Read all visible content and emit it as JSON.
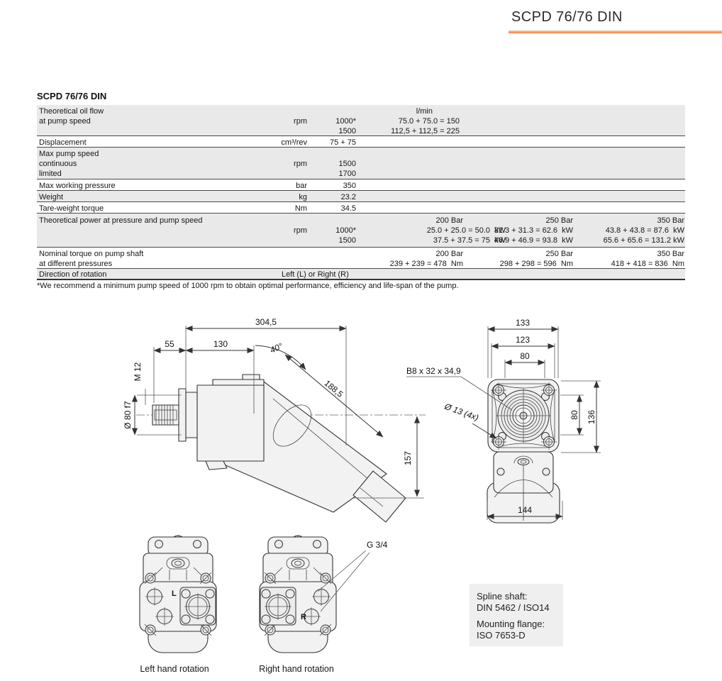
{
  "header": {
    "title": "SCPD 76/76 DIN"
  },
  "accent_color": "#f8823d",
  "spec_table": {
    "title": "SCPD 76/76 DIN",
    "oil_flow": {
      "label_line1": "Theoretical oil flow",
      "label_line2": "at pump speed",
      "unit": "rpm",
      "flow_unit_header": "l/min",
      "speed_1": "1000*",
      "speed_2": "1500",
      "flow_at_1000": "75.0 + 75.0 = 150",
      "flow_at_1500": "112,5 + 112,5 = 225"
    },
    "displacement": {
      "label": "Displacement",
      "unit": "cm³/rev",
      "value": "75 + 75"
    },
    "max_pump_speed": {
      "label": "Max pump speed",
      "label_continuous": "continuous",
      "label_limited": "limited",
      "unit": "rpm",
      "value_continuous": "1500",
      "value_limited": "1700"
    },
    "max_working_pressure": {
      "label": "Max working pressure",
      "unit": "bar",
      "value": "350"
    },
    "weight": {
      "label": "Weight",
      "unit": "kg",
      "value": "23.2"
    },
    "tare_weight_torque": {
      "label": "Tare-weight torque",
      "unit": "Nm",
      "value": "34.5"
    },
    "power": {
      "label": "Theoretical power at pressure and pump speed",
      "unit": "rpm",
      "speed_1": "1000*",
      "speed_2": "1500",
      "pressure_1": "200 Bar",
      "pressure_2": "250 Bar",
      "pressure_3": "350 Bar",
      "p200_at_1000": "25.0 + 25.0 = 50.0  kW",
      "p200_at_1500": "37.5 + 37.5 = 75  kW",
      "p250_at_1000": "31.3 + 31.3 = 62.6  kW",
      "p250_at_1500": "46.9 + 46.9 = 93.8  kW",
      "p350_at_1000": "43.8 + 43.8 = 87.6  kW",
      "p350_at_1500": "65.6 + 65.6 = 131.2 kW"
    },
    "torque": {
      "label_line1": "Nominal torque on pump shaft",
      "label_line2": "at different pressures",
      "pressure_1": "200 Bar",
      "pressure_2": "250 Bar",
      "pressure_3": "350 Bar",
      "t200": "239 + 239 = 478  Nm",
      "t250": "298 + 298 = 596  Nm",
      "t350": "418 + 418 = 836  Nm"
    },
    "direction": {
      "label": "Direction of rotation",
      "value": "Left (L) or Right (R)"
    },
    "footnote": "*We recommend a minimum pump speed of 1000 rpm to obtain optimal performance, efficiency and life-span of the pump."
  },
  "drawings": {
    "side_view": {
      "dim_overall_length": "304,5",
      "dim_shaft_length": "55",
      "dim_front_length": "130",
      "dim_bend_angle": "40°",
      "dim_shaft_thread": "M 12",
      "dim_pilot_diameter": "Ø 80 f7",
      "dim_rear_length": "188,5",
      "dim_height_below_axis": "157"
    },
    "front_view": {
      "dim_width_overall": "133",
      "dim_bolt_spacing": "123",
      "dim_pilot_width": "80",
      "spline_spec": "B8 x 32 x 34,9",
      "bolt_hole_spec": "Ø 13 (4x)",
      "dim_pilot_height": "80",
      "dim_height": "136",
      "dim_body_width": "144"
    },
    "ports_view": {
      "port_thread": "G 3/4",
      "left_marker": "L",
      "right_marker": "R",
      "left_caption": "Left hand rotation",
      "right_caption": "Right hand rotation"
    },
    "info_box": {
      "line1": "Spline shaft:",
      "line2": "DIN 5462 / ISO14",
      "line3": "Mounting flange:",
      "line4": "ISO 7653-D"
    }
  }
}
